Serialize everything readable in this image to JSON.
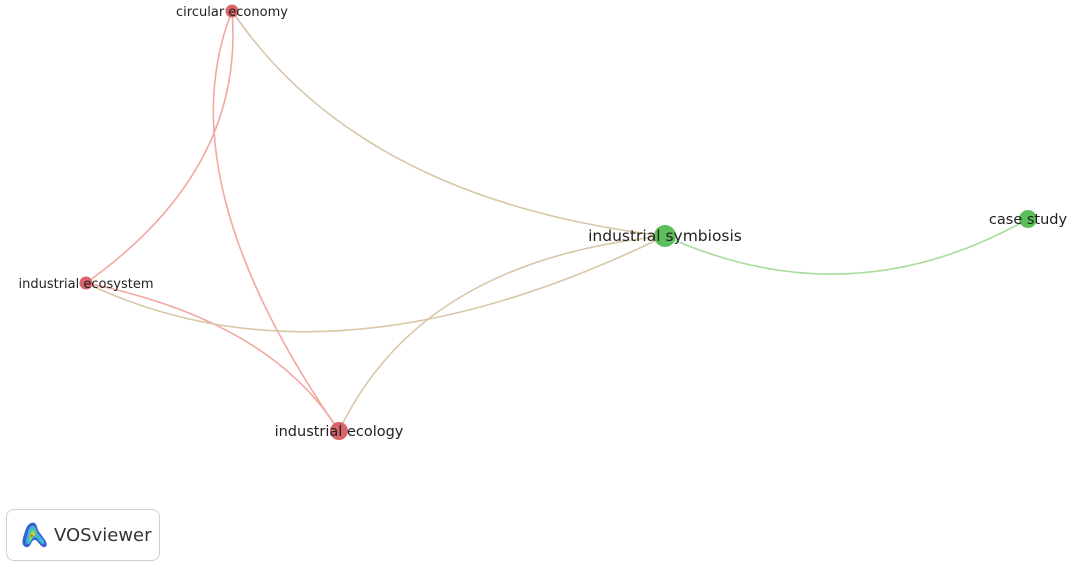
{
  "network": {
    "nodes": [
      {
        "id": "ce",
        "label": "circular economy",
        "cluster": "red",
        "weight": 1
      },
      {
        "id": "ies",
        "label": "industrial ecosystem",
        "cluster": "red",
        "weight": 1
      },
      {
        "id": "iec",
        "label": "industrial ecology",
        "cluster": "red",
        "weight": 2
      },
      {
        "id": "is",
        "label": "industrial symbiosis",
        "cluster": "green",
        "weight": 3
      },
      {
        "id": "cs",
        "label": "case study",
        "cluster": "green",
        "weight": 2
      }
    ],
    "links": [
      {
        "source": "ce",
        "target": "is"
      },
      {
        "source": "ce",
        "target": "ies"
      },
      {
        "source": "ce",
        "target": "iec"
      },
      {
        "source": "ies",
        "target": "iec"
      },
      {
        "source": "ies",
        "target": "is"
      },
      {
        "source": "iec",
        "target": "is"
      },
      {
        "source": "is",
        "target": "cs"
      }
    ]
  },
  "colors": {
    "red": "#d9646a",
    "green": "#5cbf5c",
    "link_red": "#f2a7a0",
    "link_green": "#a9dc9c",
    "link_mixed": "#d8c6a8"
  },
  "branding": {
    "app_name": "VOSviewer",
    "logo_icon": "vosviewer-logo-icon"
  }
}
